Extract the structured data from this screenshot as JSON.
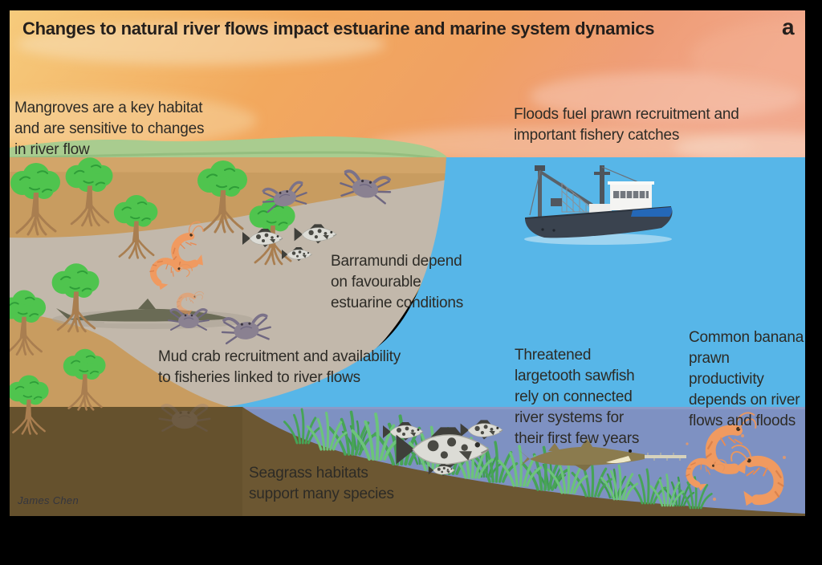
{
  "title": "Changes to natural river flows impact estuarine and marine system dynamics",
  "panel_label": "a",
  "credit": "James Chen",
  "annotations": {
    "mangroves": {
      "lines": [
        "Mangroves are a key habitat",
        "and are sensitive to changes",
        "in river flow"
      ]
    },
    "floods": {
      "lines": [
        "Floods fuel prawn recruitment and",
        "important fishery catches"
      ]
    },
    "barramundi": {
      "lines": [
        "Barramundi depend",
        "on favourable",
        "estuarine conditions"
      ]
    },
    "mudcrab": {
      "lines": [
        "Mud crab recruitment and availability",
        "to fisheries linked to river flows"
      ]
    },
    "sawfish": {
      "lines": [
        "Threatened",
        "largetooth sawfish",
        "rely on connected",
        "river systems for",
        "their first few years"
      ]
    },
    "prawn": {
      "lines": [
        "Common banana",
        "prawn",
        "productivity",
        "depends on river",
        "flows and floods"
      ]
    },
    "seagrass": {
      "lines": [
        "Seagrass habitats",
        "support many species"
      ]
    }
  },
  "figures": [
    "mangrove-trees",
    "mud-crabs",
    "banana-prawns",
    "barramundi-fish",
    "fishing-trawler",
    "largetooth-sawfish",
    "seagrass-meadow",
    "river-fish-silhouette"
  ],
  "colors": {
    "sky_left": "#F6CB7C",
    "sky_right": "#F2A98D",
    "sea_blue": "#57B6E8",
    "underwater_blue": "#7E91C2",
    "land_tan": "#C89C60",
    "estuary_grey": "#C2B8AB",
    "bank_green": "#A9CC8F",
    "soil_brown": "#6C5732",
    "mangrove_green": "#4FC44E",
    "prawn_orange": "#F09A60",
    "crab_grey": "#8A8191",
    "text_dark": "#2D2B26"
  }
}
